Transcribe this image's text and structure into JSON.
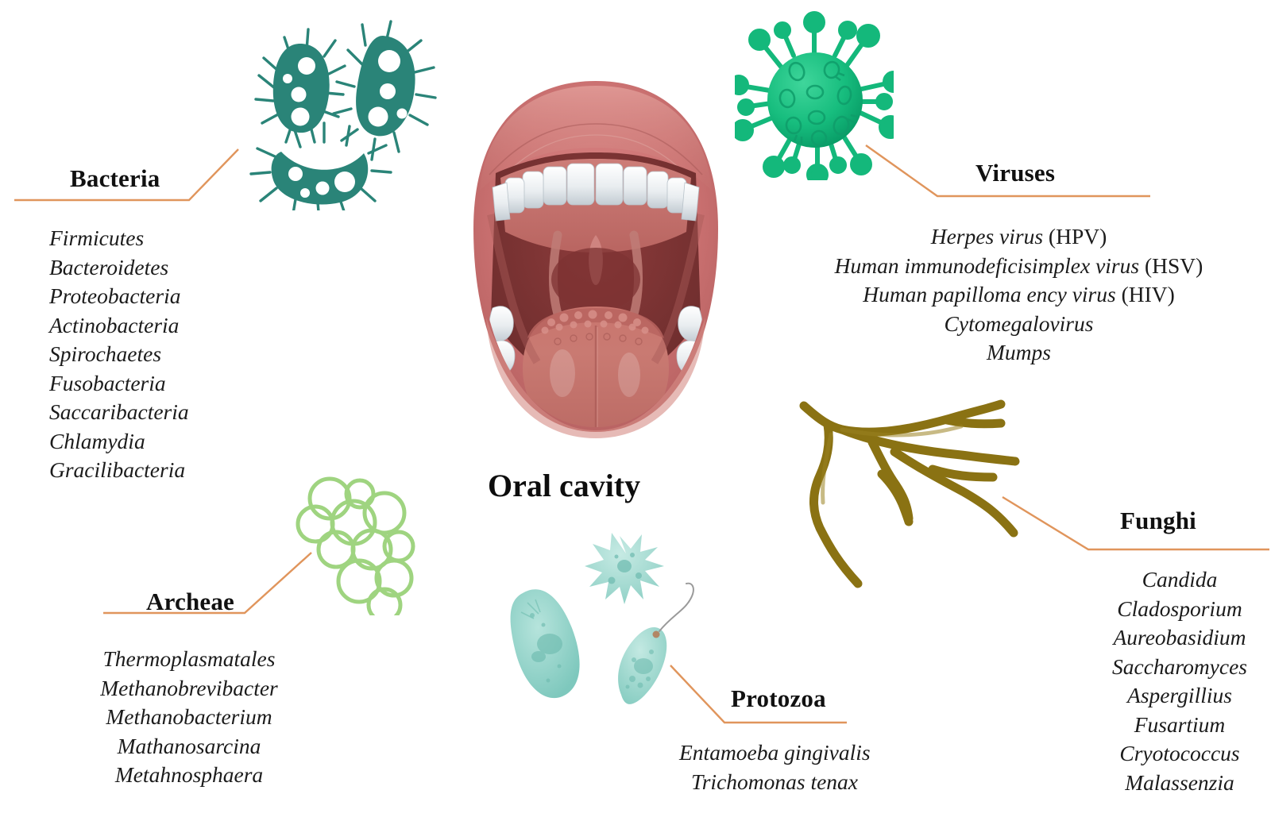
{
  "figure": {
    "center_label": "Oral cavity",
    "accent_color": "#e0955c",
    "background": "#ffffff"
  },
  "groups": [
    {
      "id": "bacteria",
      "title": "Bacteria",
      "icon": "bacteria-icon",
      "color": "#2a8478",
      "species": [
        "Firmicutes",
        "Bacteroidetes",
        "Proteobacteria",
        "Actinobacteria",
        "Spirochaetes",
        "Fusobacteria",
        "Saccaribacteria",
        "Chlamydia",
        "Gracilibacteria"
      ]
    },
    {
      "id": "viruses",
      "title": "Viruses",
      "icon": "virus-icon",
      "color": "#19b97a",
      "species": [
        "Herpes virus (HPV)",
        "Human immunodeficisimplex virus (HSV)",
        "Human papilloma ency virus (HIV)",
        "Cytomegalovirus",
        "Mumps"
      ]
    },
    {
      "id": "archeae",
      "title": "Archeae",
      "icon": "archaea-icon",
      "color": "#9fd480",
      "species": [
        "Thermoplasmatales",
        "Methanobrevibacter",
        "Methanobacterium",
        "Mathanosarcina",
        "Metahnosphaera"
      ]
    },
    {
      "id": "protozoa",
      "title": "Protozoa",
      "icon": "protozoa-icon",
      "color": "#8fcfc6",
      "species": [
        "Entamoeba gingivalis",
        "Trichomonas tenax"
      ]
    },
    {
      "id": "funghi",
      "title": "Funghi",
      "icon": "hyphae-icon",
      "color": "#8a7213",
      "species": [
        "Candida",
        "Cladosporium",
        "Aureobasidium",
        "Saccharomyces",
        "Aspergillius",
        "Fusartium",
        "Cryotococcus",
        "Malassenzia"
      ]
    }
  ]
}
